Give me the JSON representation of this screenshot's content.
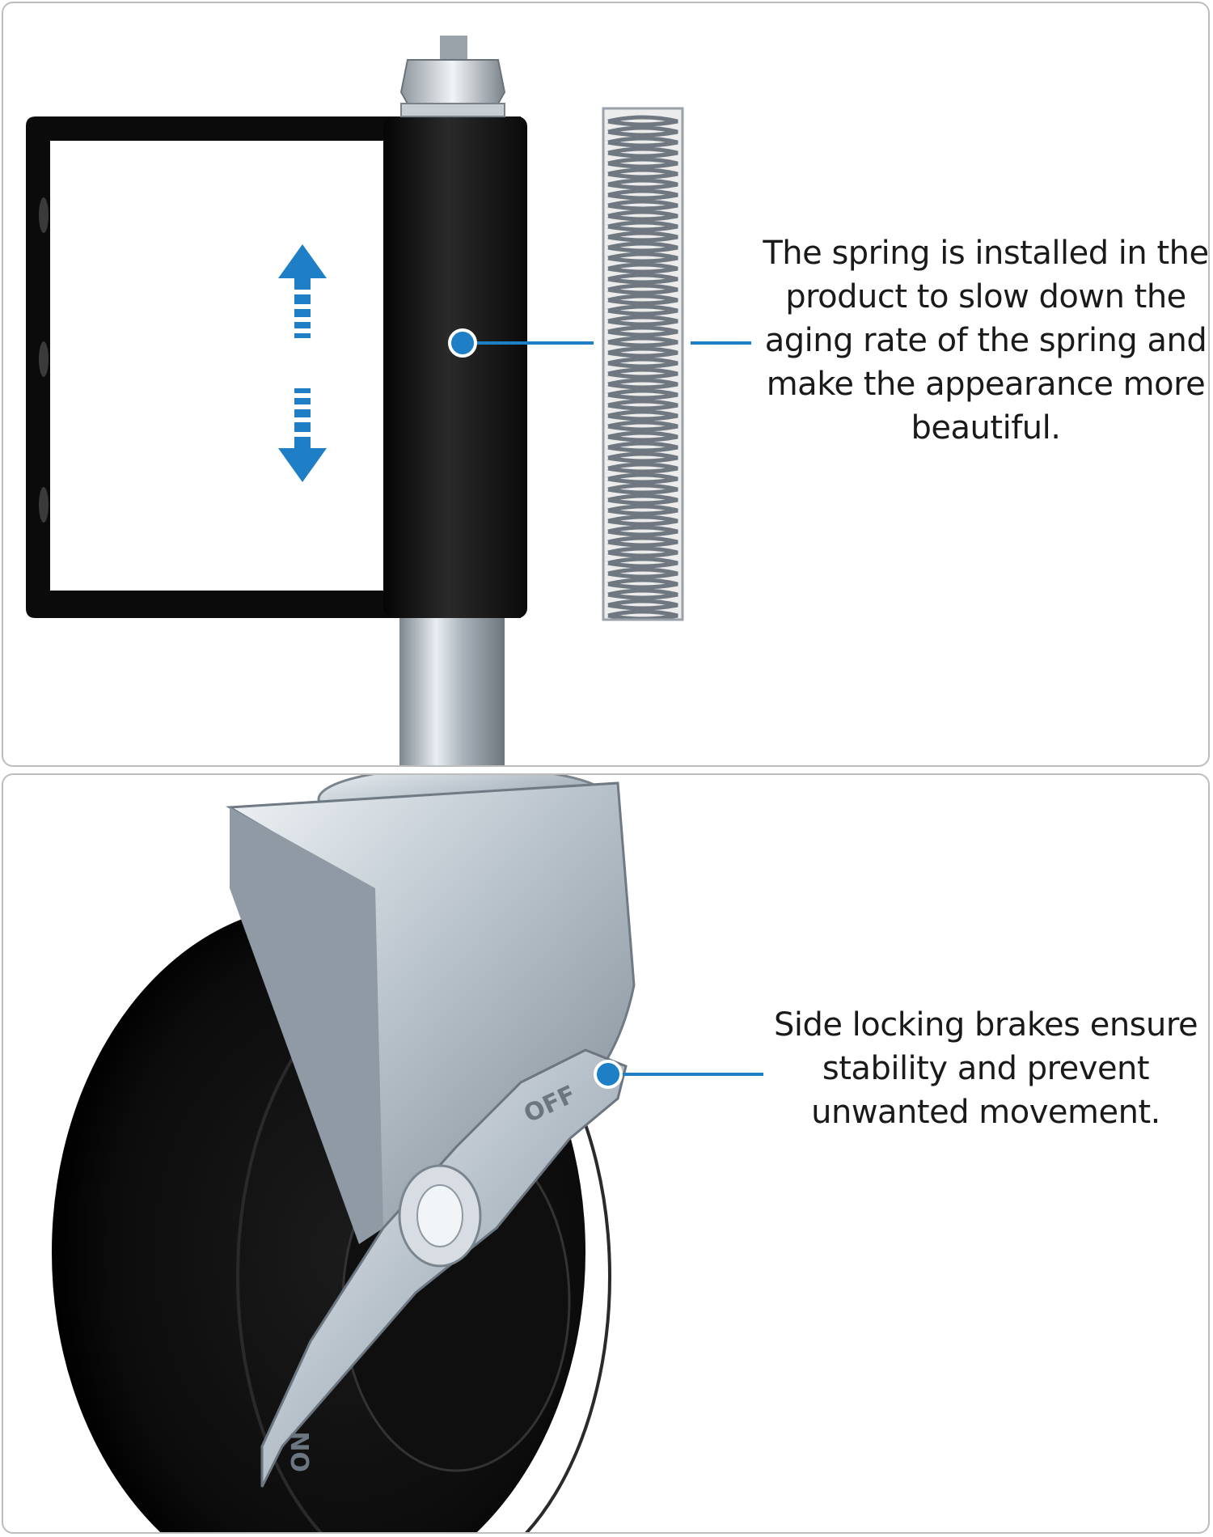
{
  "colors": {
    "callout_blue": "#1e7fc7",
    "panel_border": "#bdbdbd",
    "steel_black": "#111111",
    "zinc_silver": "#b9c3cc"
  },
  "panels": {
    "spring": {
      "caption": "The spring is installed in the product to slow down the aging rate of the spring and make the appearance more beautiful.",
      "arrow_icon": "up-down-arrow-icon"
    },
    "brake": {
      "caption": "Side locking brakes ensure stability and prevent unwanted movement.",
      "lever_label_off": "OFF",
      "lever_label_on": "ON"
    }
  }
}
